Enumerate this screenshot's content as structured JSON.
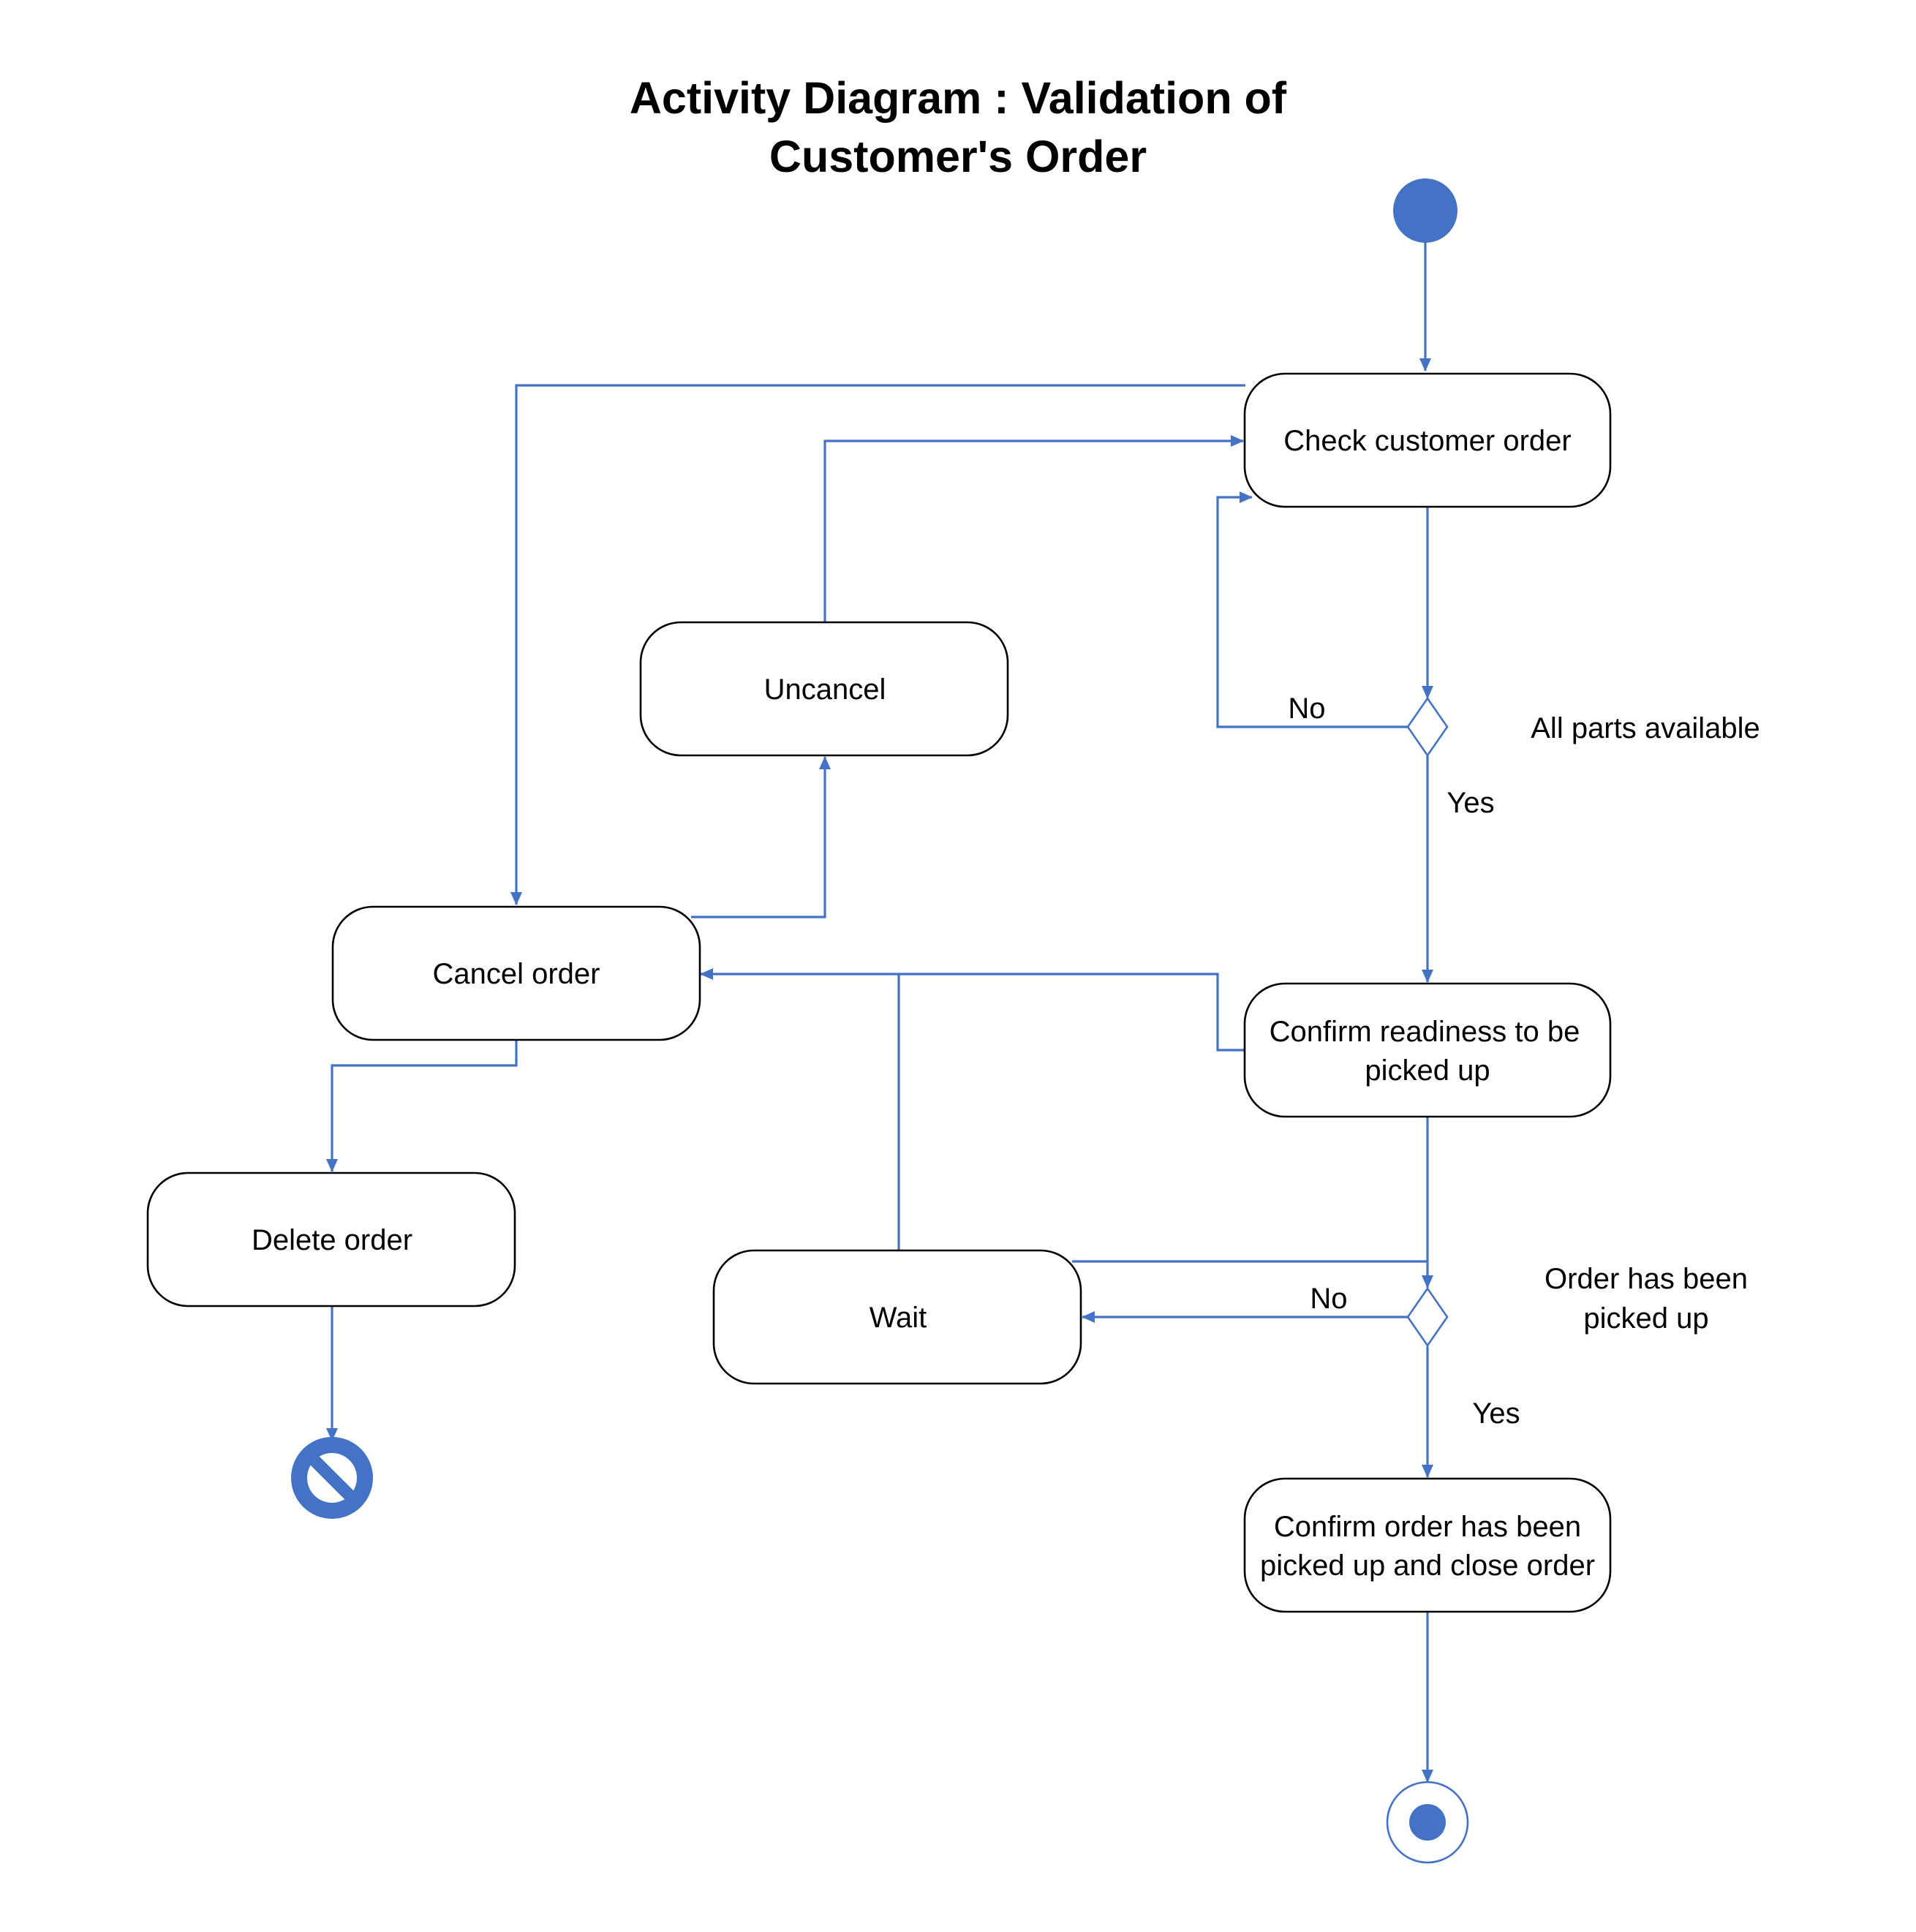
{
  "title": {
    "line1": "Activity Diagram : Validation of",
    "line2": "Customer's Order"
  },
  "colors": {
    "flow": "#4472C4",
    "node_outline": "#000000",
    "text": "#000000"
  },
  "nodes": {
    "check_customer_order": "Check customer order",
    "uncancel": "Uncancel",
    "cancel_order": "Cancel order",
    "confirm_readiness_line1": "Confirm readiness to be",
    "confirm_readiness_line2": "picked up",
    "delete_order": "Delete order",
    "wait": "Wait",
    "confirm_pickup_line1": "Confirm order has been",
    "confirm_pickup_line2": "picked up and close order"
  },
  "decisions": {
    "parts": {
      "label": "All parts available",
      "no": "No",
      "yes": "Yes"
    },
    "pickup": {
      "label_line1": "Order has been",
      "label_line2": "picked up",
      "no": "No",
      "yes": "Yes"
    }
  },
  "icons": {
    "start": "initial-node-icon",
    "end": "activity-final-icon",
    "flow_final": "flow-final-icon"
  }
}
